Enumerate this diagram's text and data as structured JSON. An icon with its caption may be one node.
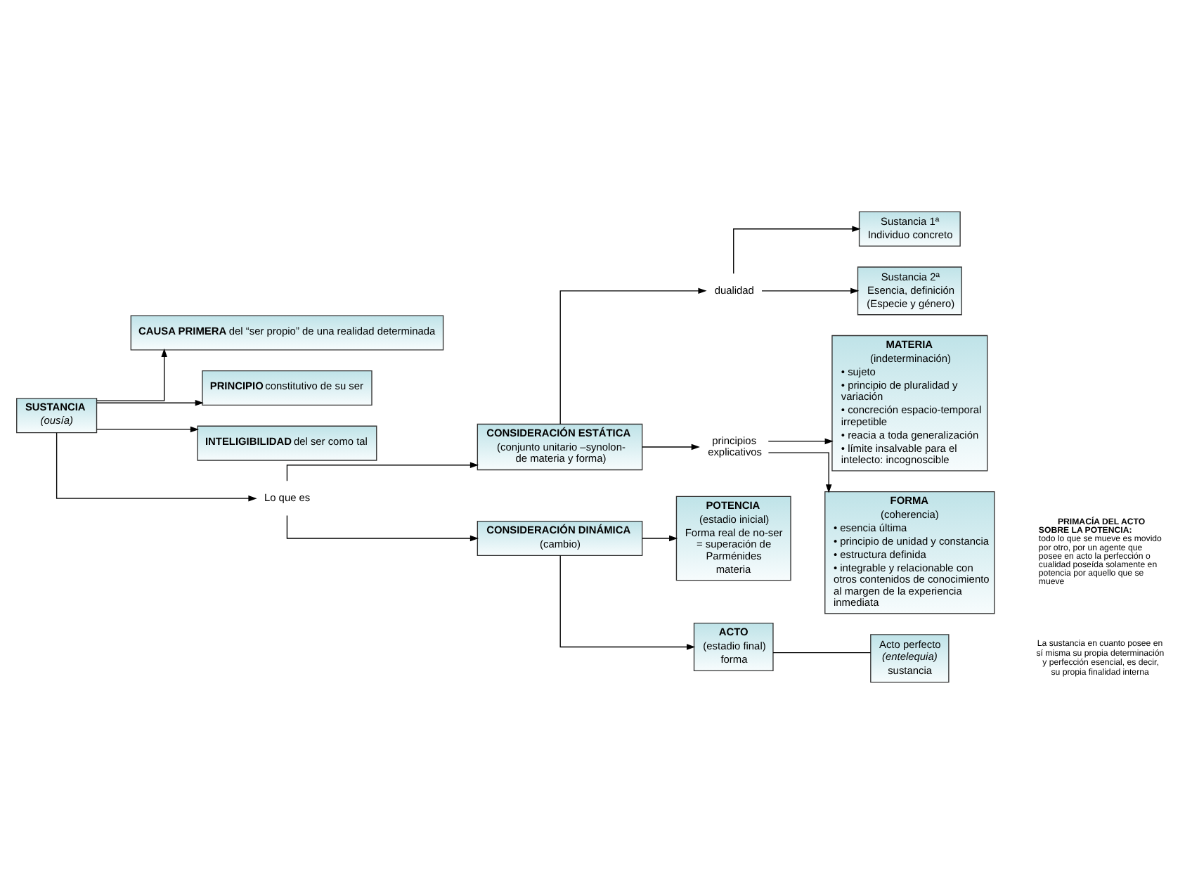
{
  "diagram": {
    "nodes": [
      {
        "text": [
          "SUSTANCIA",
          "(ousía)"
        ]
      },
      {
        "text": [
          "CAUSA PRIMERA",
          "del “ser propio” de una realidad determinada"
        ]
      },
      {
        "text": [
          "PRINCIPIO",
          "constitutivo de su ser"
        ]
      },
      {
        "text": [
          "INTELIGIBILIDAD",
          "del ser como tal"
        ]
      },
      {
        "text": [
          "Lo que es"
        ]
      },
      {
        "text": [
          "CONSIDERACIÓN ESTÁTICA",
          "(conjunto unitario –synolon- de materia y forma)"
        ]
      },
      {
        "text": [
          "dualidad"
        ]
      },
      {
        "text": [
          "Sustancia 1ª",
          "Individuo concreto"
        ]
      },
      {
        "text": [
          "Sustancia 2ª",
          "Esencia, definición",
          "(Especie y género)"
        ]
      },
      {
        "text": [
          "principios explicativos"
        ]
      },
      {
        "text": [
          "MATERIA",
          "(indeterminación)",
          "• sujeto",
          "• principio de pluralidad y variación",
          "• concreción espacio-temporal irrepetible",
          "• reacia a toda generalización",
          "• límite insalvable para el intelecto: incognoscible"
        ]
      },
      {
        "text": [
          "CONSIDERACIÓN DINÁMICA",
          "(cambio)"
        ]
      },
      {
        "text": [
          "POTENCIA",
          "(estadio inicial)",
          "Forma real de no-ser = superación de Parménides",
          "materia"
        ]
      },
      {
        "text": [
          "FORMA",
          "(coherencia)",
          "• esencia última",
          "• principio de unidad y constancia",
          "• estructura definida",
          "• integrable y relacionable con otros contenidos de conocimiento al margen de la experiencia inmediata"
        ]
      },
      {
        "text": [
          "ACTO",
          "(estadio final)",
          "forma"
        ]
      },
      {
        "text": [
          "Acto perfecto",
          "(entelequia)",
          "sustancia"
        ]
      }
    ],
    "edges": [
      {
        "from": 0,
        "to": 1,
        "arrow": "to"
      },
      {
        "from": 0,
        "to": 2,
        "arrow": "to"
      },
      {
        "from": 0,
        "to": 3,
        "arrow": "to"
      },
      {
        "from": 0,
        "to": 4,
        "arrow": "to"
      },
      {
        "from": 4,
        "to": 5,
        "arrow": "to"
      },
      {
        "from": 4,
        "to": 11,
        "arrow": "to"
      },
      {
        "from": 5,
        "to": 6,
        "arrow": "to"
      },
      {
        "from": 5,
        "to": 9,
        "arrow": "to"
      },
      {
        "from": 6,
        "to": 7,
        "arrow": "to"
      },
      {
        "from": 6,
        "to": 8,
        "arrow": "to"
      },
      {
        "from": 9,
        "to": 10,
        "arrow": "to"
      },
      {
        "from": 9,
        "to": 13,
        "arrow": "to"
      },
      {
        "from": 11,
        "to": 12,
        "arrow": "to"
      },
      {
        "from": 11,
        "to": 14,
        "arrow": "to"
      },
      {
        "from": 14,
        "to": 15,
        "arrow": "none"
      }
    ],
    "labels": [
      "La sustancia en cuanto posee en sí misma su propia determinación y perfección esencial, es decir, su propia finalidad interna",
      "PRIMACÍA DEL ACTO SOBRE LA POTENCIA:",
      "todo lo que se mueve es movido por otro, por un agente que posee en acto la perfección o cualidad poseída solamente en potencia por aquello que se mueve"
    ]
  }
}
